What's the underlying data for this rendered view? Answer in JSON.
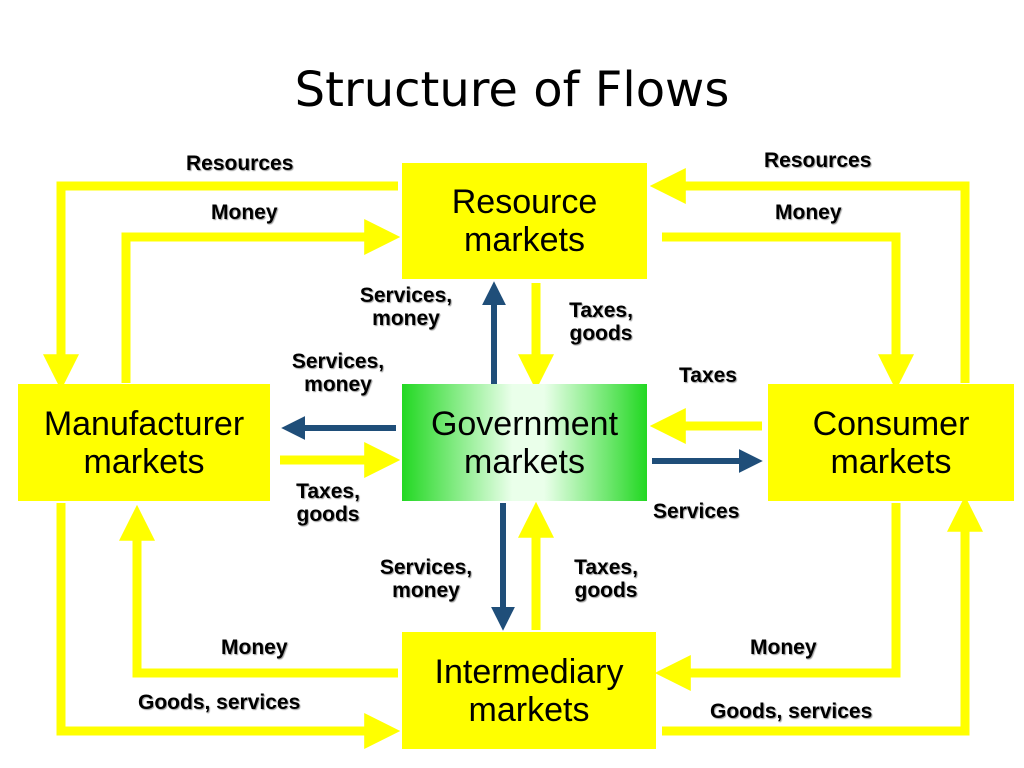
{
  "title": "Structure of Flows",
  "colors": {
    "flow_yellow": "#ffff00",
    "flow_blue": "#1f4e79",
    "box_yellow": "#ffff00",
    "gov_green": "#22d822"
  },
  "boxes": {
    "resource": {
      "line1": "Resource",
      "line2": "markets"
    },
    "manufacturer": {
      "line1": "Manufacturer",
      "line2": "markets"
    },
    "government": {
      "line1": "Government",
      "line2": "markets"
    },
    "consumer": {
      "line1": "Consumer",
      "line2": "markets"
    },
    "intermediary": {
      "line1": "Intermediary",
      "line2": "markets"
    }
  },
  "labels": {
    "top_left_resources": "Resources",
    "top_left_money": "Money",
    "top_right_resources": "Resources",
    "top_right_money": "Money",
    "gov_to_resource_l1": "Services,",
    "gov_to_resource_l2": "money",
    "resource_to_gov_l1": "Taxes,",
    "resource_to_gov_l2": "goods",
    "gov_to_manuf_l1": "Services,",
    "gov_to_manuf_l2": "money",
    "manuf_to_gov_l1": "Taxes,",
    "manuf_to_gov_l2": "goods",
    "consumer_to_gov": "Taxes",
    "gov_to_consumer": "Services",
    "gov_to_inter_l1": "Services,",
    "gov_to_inter_l2": "money",
    "inter_to_gov_l1": "Taxes,",
    "inter_to_gov_l2": "goods",
    "bottom_left_money": "Money",
    "bottom_left_goods": "Goods, services",
    "bottom_right_money": "Money",
    "bottom_right_goods": "Goods, services"
  }
}
